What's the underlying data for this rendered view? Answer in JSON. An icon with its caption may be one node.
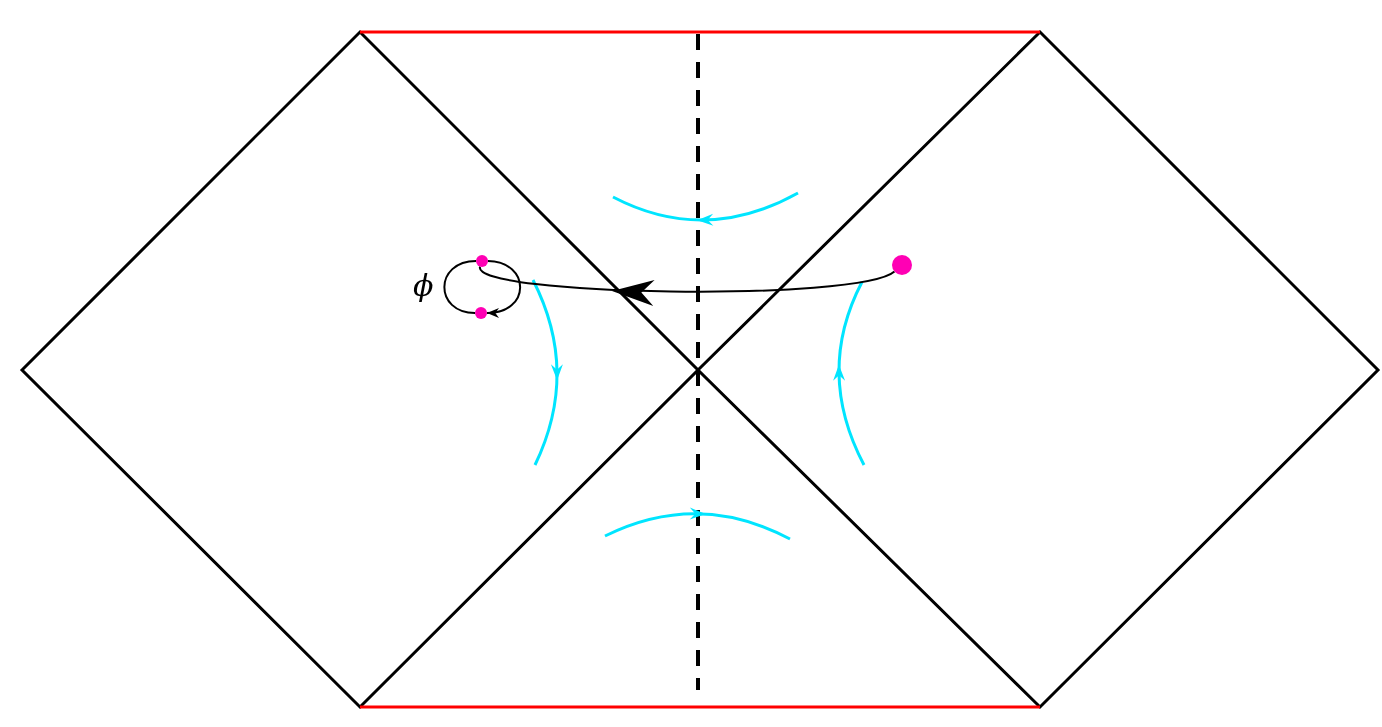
{
  "diagram": {
    "nodes": [
      {
        "text": [],
        "shape": "circle"
      },
      {
        "text": [],
        "shape": "circle"
      },
      {
        "text": [],
        "shape": "circle"
      }
    ],
    "edges": [
      {
        "from": 0,
        "to": 1,
        "arrow": "to"
      },
      {
        "from": 1,
        "to": 2,
        "arrow": "to"
      },
      {
        "from": 2,
        "to": 1,
        "arrow": "none"
      }
    ],
    "labels": [
      "ϕ"
    ]
  }
}
